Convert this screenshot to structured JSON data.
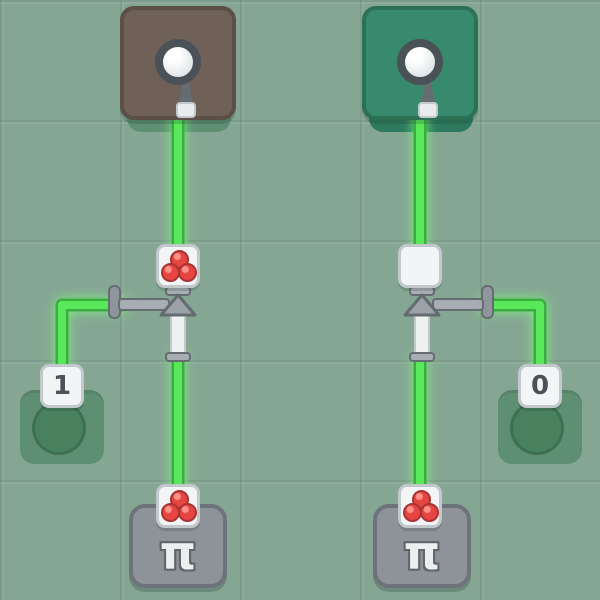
{
  "buttons": {
    "left": {
      "label": "1"
    },
    "right": {
      "label": "0"
    }
  },
  "emitters": {
    "left": {
      "symbol": "π"
    },
    "right": {
      "symbol": "π"
    }
  },
  "modules": {
    "left_mid": {
      "icon": "cherries"
    },
    "right_mid": {
      "icon": "none"
    },
    "left_bottom": {
      "icon": "cherries"
    },
    "right_bottom": {
      "icon": "cherries"
    }
  },
  "lamps": {
    "left": {
      "box_color": "#6f6058"
    },
    "right": {
      "box_color": "#378a6e"
    }
  },
  "colors": {
    "bg": "#86a694",
    "wire_core": "#58e85a",
    "wire_edge": "#3aae41",
    "lamp_off_box": "#6f6058",
    "lamp_off_border": "#5b4f48",
    "lamp_on_box": "#378a6e",
    "lamp_on_border": "#2c7056",
    "socket_green": "#5e8f73",
    "socket_dark_green": "#49815f",
    "module_bg": "#f2f4f5",
    "module_border": "#c3c8cc",
    "metal": "#8e959b",
    "metal_light": "#a7adb2",
    "metal_dark": "#656c72",
    "cherry_red": "#e64541",
    "cherry_dark": "#a83432",
    "pi_box": "#8d9399",
    "pi_box_border": "#6d737a",
    "pi_glyph": "#eceef0",
    "glyph_dark": "#4b5257",
    "text_dark": "#4b5156"
  }
}
